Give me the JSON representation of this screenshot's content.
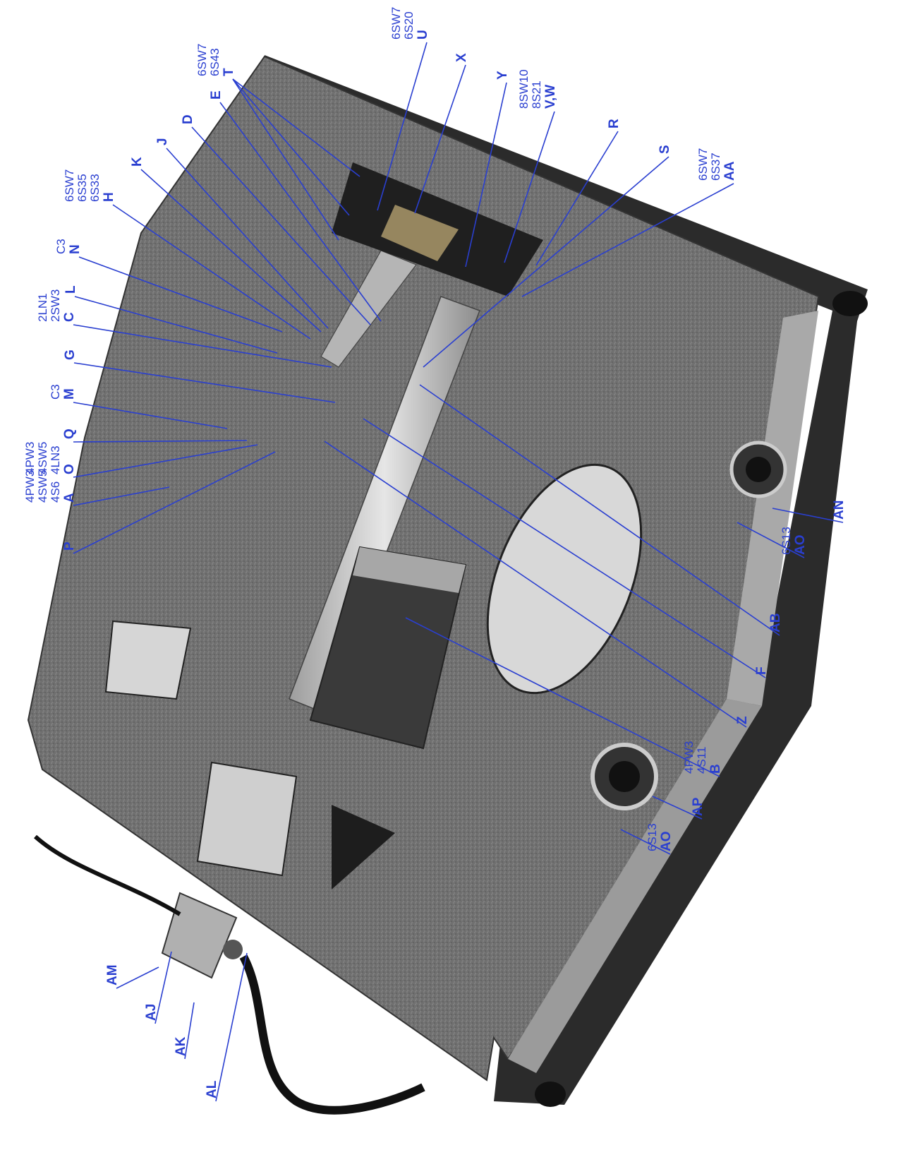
{
  "colors": {
    "callout": "#2a3fd0",
    "chassis": "#6f6f6f",
    "chassis_dark": "#2b2b2b",
    "steel": "#bdbdbd",
    "background": "#ffffff"
  },
  "callouts": [
    {
      "id": "U",
      "label": "U",
      "codes": [
        "6S20",
        "6SW7"
      ]
    },
    {
      "id": "X",
      "label": "X",
      "codes": []
    },
    {
      "id": "Y",
      "label": "Y",
      "codes": []
    },
    {
      "id": "VW",
      "label": "V,W",
      "codes": [
        "8S21",
        "8SW10"
      ]
    },
    {
      "id": "R",
      "label": "R",
      "codes": []
    },
    {
      "id": "S",
      "label": "S",
      "codes": []
    },
    {
      "id": "AA",
      "label": "AA",
      "codes": [
        "6S37",
        "6SW7"
      ]
    },
    {
      "id": "T",
      "label": "T",
      "codes": [
        "6S43",
        "6SW7"
      ]
    },
    {
      "id": "E",
      "label": "E",
      "codes": []
    },
    {
      "id": "D",
      "label": "D",
      "codes": []
    },
    {
      "id": "J",
      "label": "J",
      "codes": []
    },
    {
      "id": "K",
      "label": "K",
      "codes": []
    },
    {
      "id": "H",
      "label": "H",
      "codes": [
        "6S33",
        "6S35",
        "6SW7"
      ]
    },
    {
      "id": "N",
      "label": "N",
      "codes": [
        "C3"
      ]
    },
    {
      "id": "L",
      "label": "L",
      "codes": []
    },
    {
      "id": "C",
      "label": "C",
      "codes": [
        "2SW3",
        "2LN1"
      ]
    },
    {
      "id": "G",
      "label": "G",
      "codes": []
    },
    {
      "id": "M",
      "label": "M",
      "codes": [
        "C3"
      ]
    },
    {
      "id": "Q",
      "label": "Q",
      "codes": []
    },
    {
      "id": "O",
      "label": "O",
      "codes": [
        "4LN3",
        "4SW5",
        "4PW3"
      ]
    },
    {
      "id": "A",
      "label": "A",
      "codes": [
        "4S6",
        "4SW5",
        "4PW3"
      ]
    },
    {
      "id": "P",
      "label": "P",
      "codes": []
    },
    {
      "id": "AN",
      "label": "AN",
      "codes": []
    },
    {
      "id": "AO1",
      "label": "AO",
      "codes": [
        "6S13"
      ]
    },
    {
      "id": "AB",
      "label": "AB",
      "codes": []
    },
    {
      "id": "F",
      "label": "F",
      "codes": []
    },
    {
      "id": "Z",
      "label": "Z",
      "codes": []
    },
    {
      "id": "B",
      "label": "B",
      "codes": [
        "4S11",
        "4PW3"
      ]
    },
    {
      "id": "AP",
      "label": "AP",
      "codes": []
    },
    {
      "id": "AO2",
      "label": "AO",
      "codes": [
        "6S13"
      ]
    },
    {
      "id": "AM",
      "label": "AM",
      "codes": []
    },
    {
      "id": "AJ",
      "label": "AJ",
      "codes": []
    },
    {
      "id": "AK",
      "label": "AK",
      "codes": []
    },
    {
      "id": "AL",
      "label": "AL",
      "codes": []
    }
  ]
}
